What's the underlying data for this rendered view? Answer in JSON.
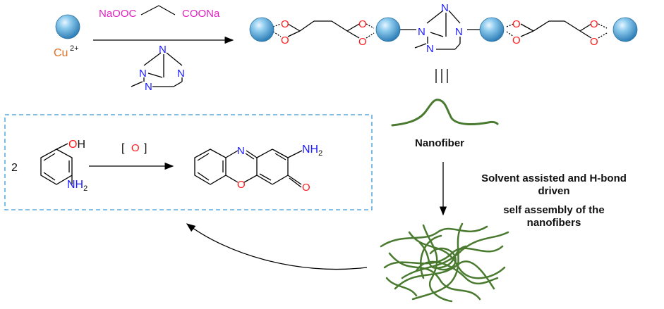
{
  "colors": {
    "sphere": "#4fa3d6",
    "nanofiber": "#4a7a30",
    "nitrogen": "#1a1aff",
    "oxygen": "#ff1a1a",
    "sodium_reagent": "#e020c0",
    "copper": "#e07020",
    "box_border": "#3a9ad9"
  },
  "reagents": {
    "copper_label": "Cu",
    "copper_charge": "2+",
    "succinate_left": "NaOOC",
    "succinate_right": "COONa"
  },
  "hmta_atoms": {
    "n": "N"
  },
  "polymer_atoms": {
    "o": "O",
    "n": "N"
  },
  "equivalence_symbol": "≡",
  "labels": {
    "nanofiber": "Nanofiber",
    "self_assembly_line1": "Solvent assisted and H-bond",
    "self_assembly_line2": "driven",
    "self_assembly_line3": "self assembly of the",
    "self_assembly_line4": "nanofibers"
  },
  "reaction": {
    "coefficient": "2",
    "oh": "OH",
    "nh2": "NH",
    "nh2_sub": "2",
    "oxidant_open": "[",
    "oxidant_o": "O",
    "oxidant_close": "]",
    "product_n": "N",
    "product_o_ring": "O",
    "product_o_keto": "O",
    "product_nh2": "NH",
    "product_nh2_sub": "2"
  }
}
